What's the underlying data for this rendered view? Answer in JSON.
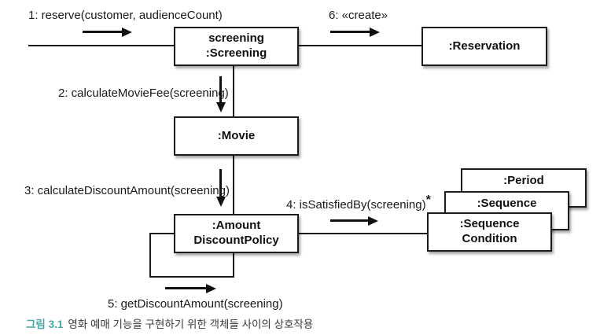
{
  "figure": {
    "caption": {
      "label": "그림 3.1",
      "text": "영화 예매 기능을 구현하기 위한 객체들 사이의 상호작용"
    },
    "accent_color": "#45a8a3",
    "line_color": "#1c1c1c"
  },
  "objects": {
    "screening": {
      "role": "screening",
      "name": ":Screening"
    },
    "reservation": {
      "name": ":Reservation"
    },
    "movie": {
      "name": ":Movie"
    },
    "amount_discount_policy": {
      "name_line1": ":Amount",
      "name_line2": "DiscountPolicy"
    },
    "period_condition": {
      "name": ":Period"
    },
    "sequence_condition_back": {
      "name": ":Sequence"
    },
    "sequence_condition": {
      "name_line1": ":Sequence",
      "name_line2": "Condition"
    }
  },
  "messages": {
    "m1": {
      "label": "1: reserve(customer, audienceCount)"
    },
    "m2": {
      "label": "2: calculateMovieFee(screening)"
    },
    "m3": {
      "label": "3: calculateDiscountAmount(screening)"
    },
    "m4": {
      "label": "4: isSatisfiedBy(screening)",
      "iteration": "*"
    },
    "m5": {
      "label": "5: getDiscountAmount(screening)"
    },
    "m6": {
      "label": "6: «create»"
    }
  }
}
